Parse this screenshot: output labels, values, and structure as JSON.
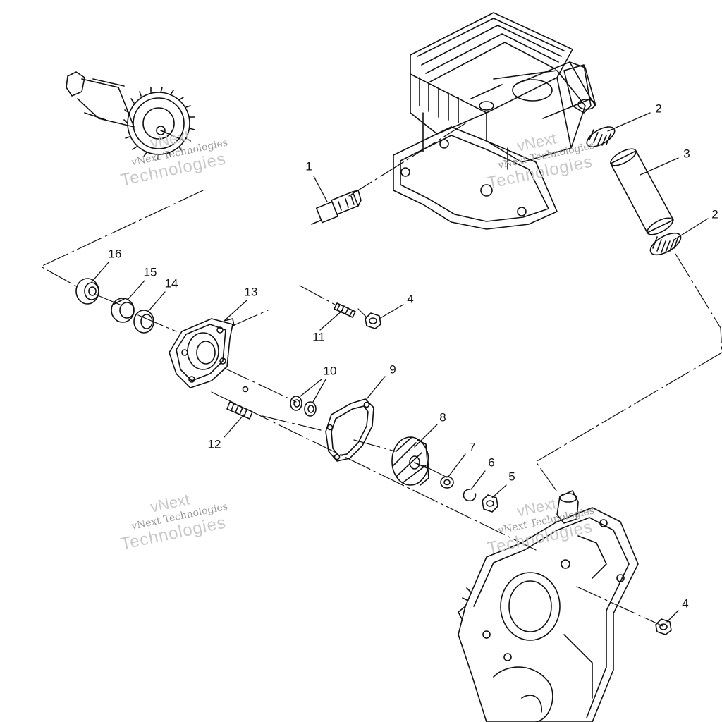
{
  "callouts": [
    {
      "id": "1",
      "label": "1"
    },
    {
      "id": "2a",
      "label": "2"
    },
    {
      "id": "3",
      "label": "3"
    },
    {
      "id": "2b",
      "label": "2"
    },
    {
      "id": "16",
      "label": "16"
    },
    {
      "id": "15",
      "label": "15"
    },
    {
      "id": "14",
      "label": "14"
    },
    {
      "id": "13",
      "label": "13"
    },
    {
      "id": "4a",
      "label": "4"
    },
    {
      "id": "11",
      "label": "11"
    },
    {
      "id": "10",
      "label": "10"
    },
    {
      "id": "9",
      "label": "9"
    },
    {
      "id": "8",
      "label": "8"
    },
    {
      "id": "12",
      "label": "12"
    },
    {
      "id": "7",
      "label": "7"
    },
    {
      "id": "6",
      "label": "6"
    },
    {
      "id": "5",
      "label": "5"
    },
    {
      "id": "4b",
      "label": "4"
    }
  ],
  "watermark": {
    "line1": "vNext",
    "line2": "vNext Technologies",
    "line3": "Technologies"
  }
}
